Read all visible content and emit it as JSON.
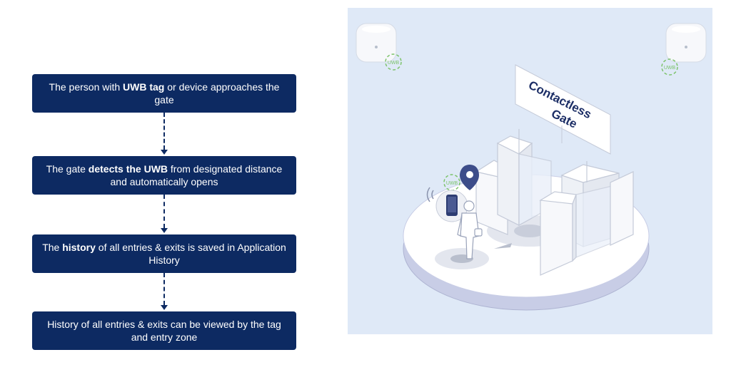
{
  "flow": {
    "steps": [
      {
        "before": "The person with ",
        "bold": "UWB tag",
        "after": " or device approaches the gate"
      },
      {
        "before": "The gate ",
        "bold": "detects the UWB",
        "after": " from designated distance and automatically opens"
      },
      {
        "before": "The ",
        "bold": "history",
        "after": " of all entries & exits is saved in Application History"
      },
      {
        "before": "History of all entries & exits can be viewed by the tag and entry zone",
        "bold": "",
        "after": ""
      }
    ]
  },
  "illustration": {
    "sign_line1": "Contactless",
    "sign_line2": "Gate",
    "uwb_label": "UWB"
  },
  "colors": {
    "step_bg": "#0d2a62",
    "illustration_bg": "#dfe9f7",
    "uwb_green": "#7cc36a",
    "pin": "#3d4d8a"
  }
}
